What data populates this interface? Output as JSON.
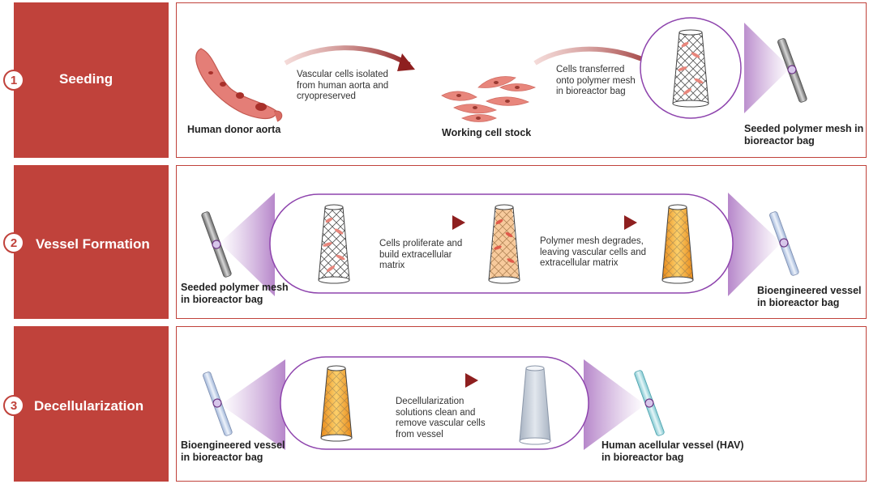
{
  "stages": [
    {
      "number": "1",
      "label": "Seeding"
    },
    {
      "number": "2",
      "label": "Vessel Formation"
    },
    {
      "number": "3",
      "label": "Decellularization"
    }
  ],
  "seeding": {
    "donor_label": "Human donor aorta",
    "arrow1_text": [
      "Vascular cells isolated",
      "from human aorta and",
      "cryopreserved"
    ],
    "cell_stock_label": "Working cell stock",
    "arrow2_text": [
      "Cells transferred",
      "onto polymer mesh",
      "in bioreactor bag"
    ],
    "seeded_label": [
      "Seeded polymer mesh in",
      "bioreactor bag"
    ]
  },
  "formation": {
    "start_label": [
      "Seeded polymer mesh",
      "in bioreactor bag"
    ],
    "arrow1_text": [
      "Cells proliferate and",
      "build extracellular",
      "matrix"
    ],
    "arrow2_text": [
      "Polymer mesh degrades,",
      "leaving vascular cells and",
      "extracellular matrix"
    ],
    "end_label": [
      "Bioengineered vessel",
      "in bioreactor bag"
    ]
  },
  "decell": {
    "start_label": [
      "Bioengineered vessel",
      "in bioreactor bag"
    ],
    "arrow_text": [
      "Decellularization",
      "solutions clean and",
      "remove vascular cells",
      "from vessel"
    ],
    "end_label": [
      "Human acellular vessel (HAV)",
      "in bioreactor bag"
    ]
  },
  "colors": {
    "stage_red": "#c0423b",
    "arrow_dark_red": "#8e1f1f",
    "bag_purple": "#9b59b6",
    "cell_pink": "#e8867c",
    "matrix_orange": "#f0a030"
  }
}
